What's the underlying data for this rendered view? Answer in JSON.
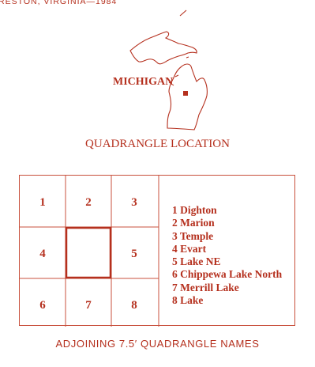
{
  "header": {
    "caption": "RESTON, VIRGINIA—1984"
  },
  "location_map": {
    "state_label": "MICHIGAN",
    "title": "QUADRANGLE LOCATION"
  },
  "index": {
    "cells": [
      {
        "label": "1"
      },
      {
        "label": "2"
      },
      {
        "label": "3"
      },
      {
        "label": "4"
      },
      {
        "label": "5"
      },
      {
        "label": "6"
      },
      {
        "label": "7"
      },
      {
        "label": "8"
      }
    ],
    "names": [
      "1 Dighton",
      "2 Marion",
      "3 Temple",
      "4 Evart",
      "5 Lake NE",
      "6 Chippewa Lake North",
      "7 Merrill Lake",
      "8 Lake"
    ],
    "title": "ADJOINING 7.5′ QUADRANGLE NAMES"
  },
  "colors": {
    "ink": "#b5301e",
    "grid": "#c8503c"
  }
}
